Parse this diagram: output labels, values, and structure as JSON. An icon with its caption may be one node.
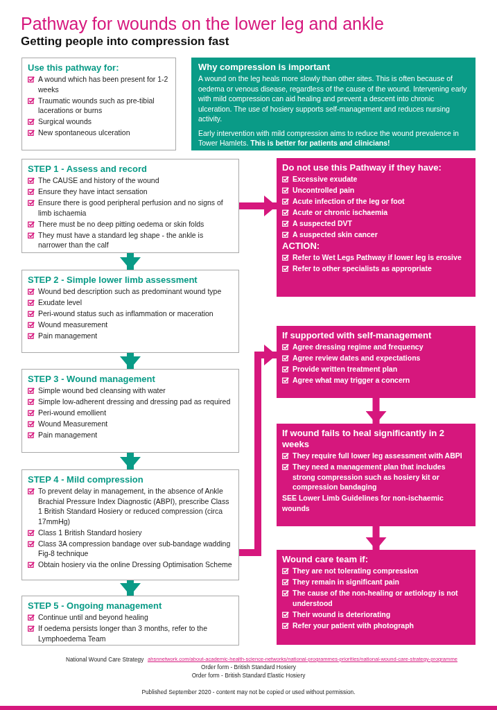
{
  "diagram": {
    "title": "Pathway for wounds on the lower leg and ankle",
    "nodes": [
      {
        "text": [
          "Use this pathway for:",
          "A wound which has been present for 1-2 weeks",
          "Traumatic wounds such as pre-tibial lacerations or burns",
          "Surgical wounds",
          "New spontaneous ulceration"
        ]
      },
      {
        "text": [
          "Why compression is important",
          "A wound on the leg heals more slowly than other sites. This is often because of oedema or venous disease, regardless of the cause of the wound. Intervening early with mild compression can aid healing and prevent a descent into chronic ulceration. The use of hosiery supports self-management and reduces nursing activity.",
          "Early intervention with mild compression aims to reduce the wound prevalence in Tower Hamlets. **This is better for patients and clinicians!**"
        ]
      },
      {
        "text": [
          "STEP 1 - Assess and record",
          "The CAUSE and history of the wound",
          "Ensure they have intact sensation",
          "Ensure there is good peripheral perfusion and no signs of limb ischaemia",
          "There must be no deep pitting oedema or skin folds",
          "They must have a standard leg shape - the ankle is narrower than the calf"
        ]
      },
      {
        "text": [
          "Do not use this Pathway if they have:",
          "Excessive exudate",
          "Uncontrolled pain",
          "Acute infection of the leg or foot",
          "Acute or chronic ischaemia",
          "A suspected DVT",
          "A suspected skin cancer",
          "ACTION:",
          "Refer to Wet Legs Pathway if lower leg is erosive",
          "Refer to other specialists as appropriate"
        ]
      },
      {
        "text": [
          "STEP 2 - Simple lower limb assessment",
          "Wound bed description such as predominant wound type",
          "Exudate level",
          "Peri-wound status such as inflammation or maceration",
          "Wound measurement",
          "Pain management"
        ]
      },
      {
        "text": [
          "STEP 3 - Wound management",
          "Simple wound bed cleansing with water",
          "Simple low-adherent dressing and dressing pad as required",
          "Peri-wound emollient",
          "Wound Measurement",
          "Pain management"
        ]
      },
      {
        "text": [
          "If supported with self-management",
          "Agree dressing regime and frequency",
          "Agree review dates and expectations",
          "Provide written treatment plan",
          "Agree what may trigger a concern"
        ]
      },
      {
        "text": [
          "STEP 4 - Mild compression",
          "To prevent delay in management, in the absence of Ankle Brachial Pressure Index Diagnostic (ABPI), prescribe Class 1 British Standard Hosiery or reduced compression (circa 17mmHg)",
          "Class 1 British Standard hosiery",
          "Class 3A compression bandage over sub-bandage wadding Fig-8 technique",
          "Obtain hosiery via the online Dressing Optimisation Scheme"
        ]
      },
      {
        "text": [
          "If wound fails to heal significantly in 2 weeks",
          "They require full lower leg assessment with ABPI",
          "They need a management plan that  includes strong compression such as hosiery kit or compression bandaging",
          "SEE Lower Limb Guidelines for non-ischaemic wounds"
        ]
      },
      {
        "text": [
          "STEP 5 - Ongoing management",
          "Continue until and beyond healing",
          "If oedema persists longer than 3 months, refer to the Lymphoedema Team"
        ]
      },
      {
        "text": [
          "Wound care team if:",
          "They are not tolerating compression",
          "They remain in significant pain",
          "The cause of the non-healing or aetiology is not understood",
          "Their wound is deteriorating",
          "Refer your patient with photograph"
        ]
      }
    ],
    "edges": [
      {
        "from": 2,
        "to": 3,
        "arrow": "to",
        "color": "#d6177d"
      },
      {
        "from": 2,
        "to": 4,
        "arrow": "to",
        "color": "#0a9b87"
      },
      {
        "from": 4,
        "to": 5,
        "arrow": "to",
        "color": "#0a9b87"
      },
      {
        "from": 5,
        "to": 7,
        "arrow": "to",
        "color": "#0a9b87"
      },
      {
        "from": 7,
        "to": 9,
        "arrow": "to",
        "color": "#0a9b87"
      },
      {
        "from": 7,
        "to": 6,
        "arrow": "to",
        "color": "#d6177d"
      },
      {
        "from": 6,
        "to": 8,
        "arrow": "to",
        "color": "#d6177d"
      },
      {
        "from": 8,
        "to": 10,
        "arrow": "to",
        "color": "#d6177d"
      }
    ],
    "labels": [
      "Getting people into compression fast",
      "National Wound Care Strategy",
      "ahsnnetwork.com/about-academic-health-science-networks/national-programmes-priorities/national-wound-care-strategy-programme",
      "Order form - British Standard Hosiery",
      "Order form - British Standard Elastic Hosiery",
      "Published September 2020 - content may not be copied or used without permission."
    ]
  }
}
